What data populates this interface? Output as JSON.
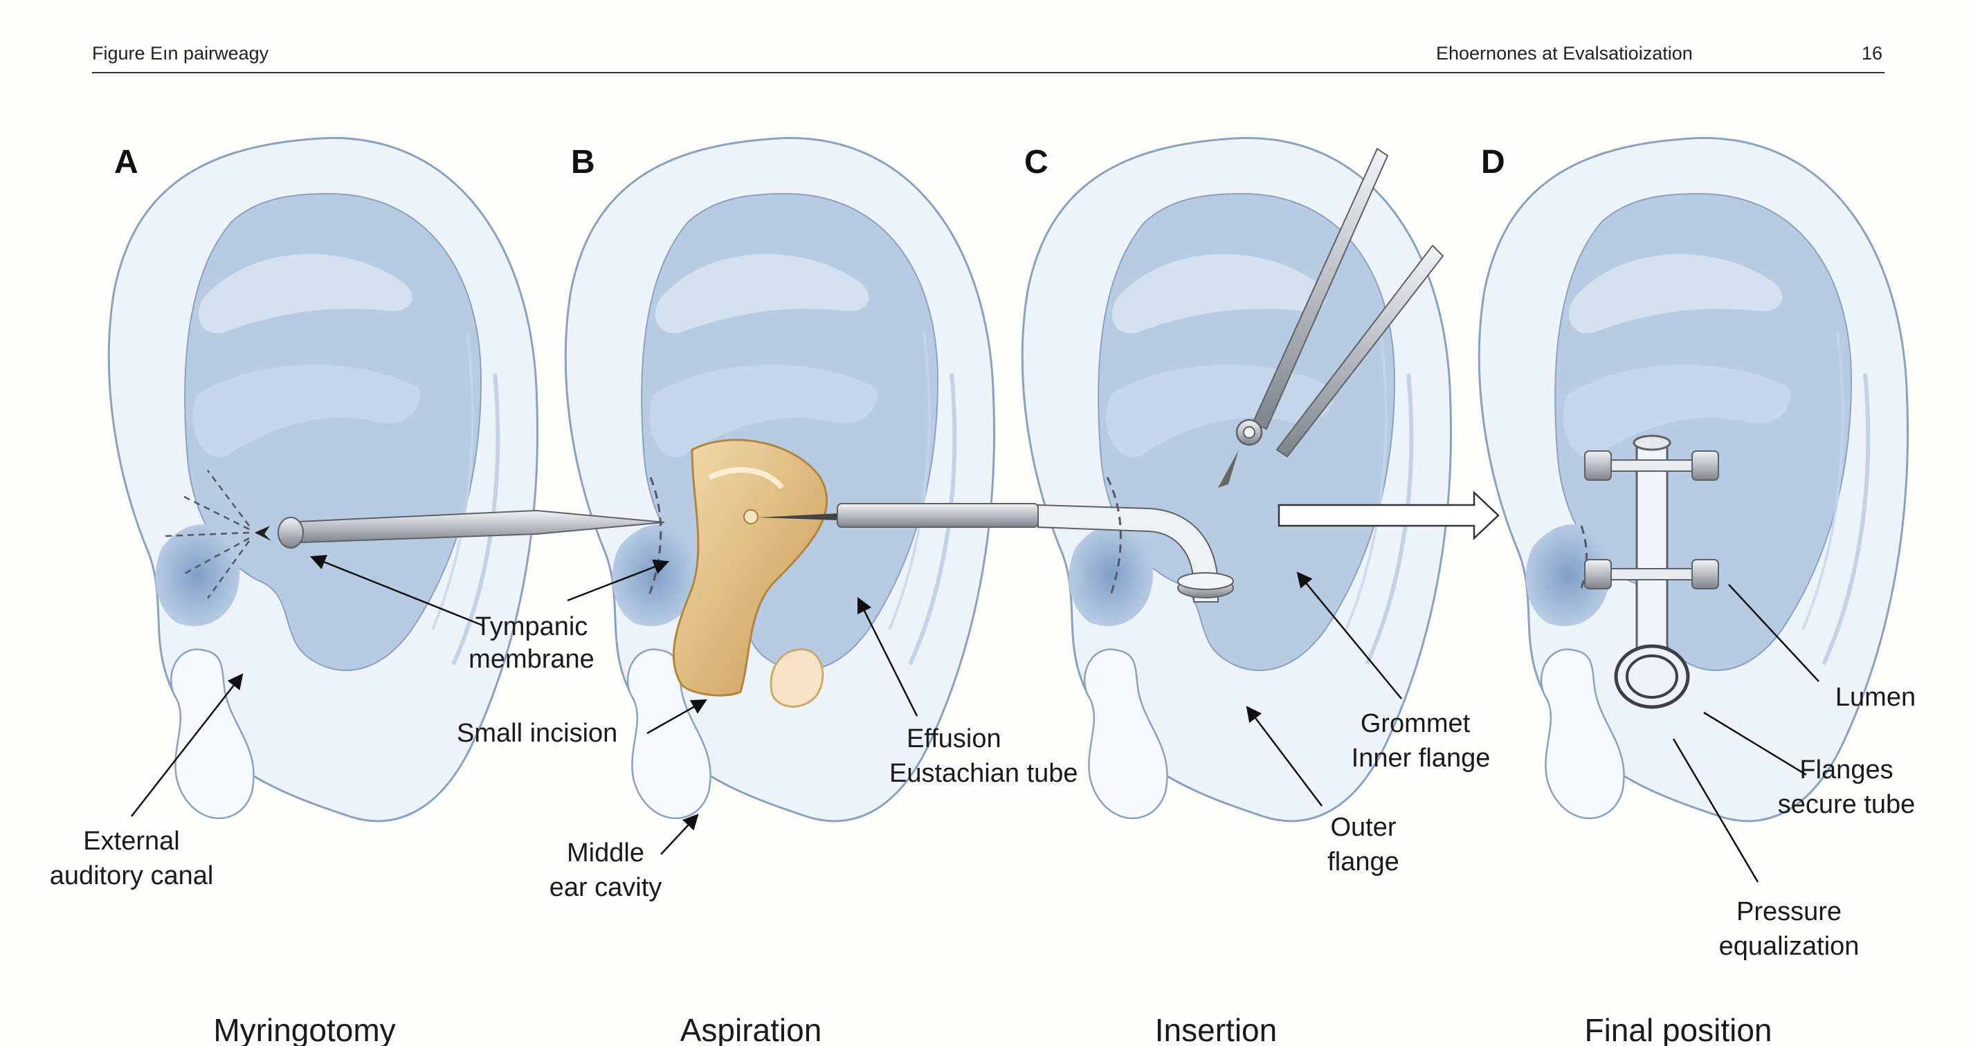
{
  "header": {
    "left": "Figure Eın pairweagy",
    "right": "Ehoernones at Evalsatioization",
    "page": "16"
  },
  "panels": [
    {
      "letter": "A",
      "caption": "Myringotomy"
    },
    {
      "letter": "B",
      "caption": "Aspiration"
    },
    {
      "letter": "C",
      "caption": "Insertion"
    },
    {
      "letter": "D",
      "caption": "Final position"
    }
  ],
  "labels": {
    "tympanic_1": "Tympanic",
    "tympanic_2": "membrane",
    "external_1": "External",
    "external_2": "auditory canal",
    "small_incision": "Small incision",
    "middle_1": "Middle",
    "middle_2": "ear cavity",
    "effusion": "Effusion",
    "eustachian": "Eustachian tube",
    "grommet": "Grommet",
    "inner_flange": "Inner flange",
    "outer_1": "Outer",
    "outer_2": "flange",
    "lumen": "Lumen",
    "flanges_1": "Flanges",
    "flanges_2": "secure tube",
    "pressure_1": "Pressure",
    "pressure_2": "equalization"
  },
  "colors": {
    "ear_fill": "#eef3fa",
    "ear_inner": "#b7cbe3",
    "ear_deep": "#8eaacd",
    "ear_outline": "#8ba2bf",
    "effusion": "#d8b77a",
    "instrument": "#c9ccd0"
  }
}
